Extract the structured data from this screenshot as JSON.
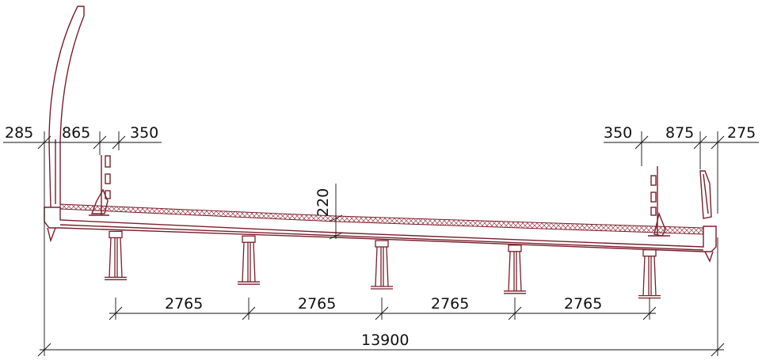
{
  "colors": {
    "structure": "#7a1f2b",
    "dimension": "#111111",
    "paving_hatch": "#9b3b47",
    "background": "#ffffff"
  },
  "dimensions": {
    "left_top": [
      "285",
      "865",
      "350"
    ],
    "right_top": [
      "350",
      "875",
      "275"
    ],
    "paving_thickness": "220",
    "girder_spacings": [
      "2765",
      "2765",
      "2765",
      "2765"
    ],
    "overall_width": "13900"
  }
}
